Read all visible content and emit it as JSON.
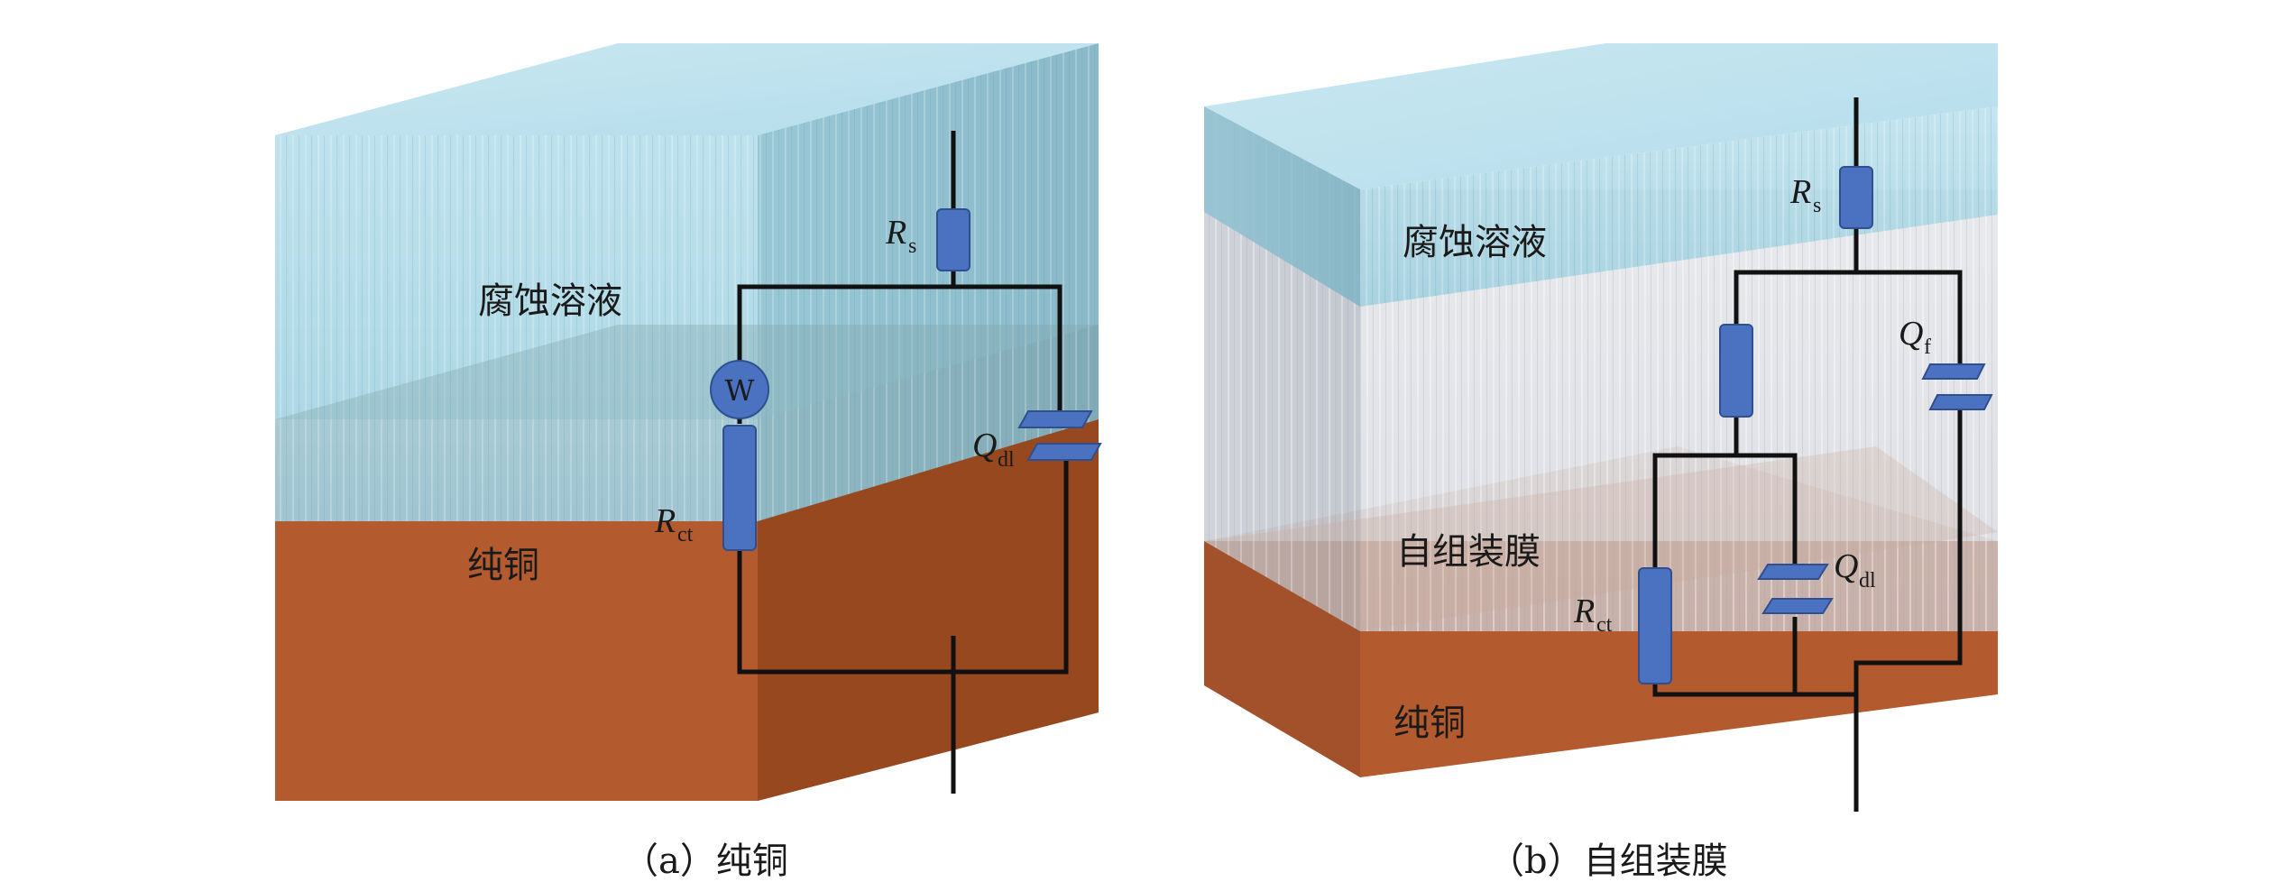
{
  "panel_a": {
    "solution_label": "腐蚀溶液",
    "substrate_label": "纯铜",
    "caption": "（a）纯铜",
    "components": {
      "rs": {
        "symbol": "R",
        "sub": "s"
      },
      "w": {
        "symbol": "W"
      },
      "rct": {
        "symbol": "R",
        "sub": "ct"
      },
      "qdl": {
        "symbol": "Q",
        "sub": "dl"
      }
    }
  },
  "panel_b": {
    "solution_label": "腐蚀溶液",
    "film_label": "自组装膜",
    "substrate_label": "纯铜",
    "caption": "（b）自组装膜",
    "components": {
      "rs": {
        "symbol": "R",
        "sub": "s"
      },
      "qf": {
        "symbol": "Q",
        "sub": "f"
      },
      "rct": {
        "symbol": "R",
        "sub": "ct"
      },
      "qdl": {
        "symbol": "Q",
        "sub": "dl"
      }
    }
  },
  "colors": {
    "solution": "#a9d8e6",
    "solution_dark": "#8cc3d3",
    "copper": "#b35a2e",
    "copper_dark": "#8e4220",
    "film": "#d6d8de",
    "component": "#4a72c0"
  }
}
